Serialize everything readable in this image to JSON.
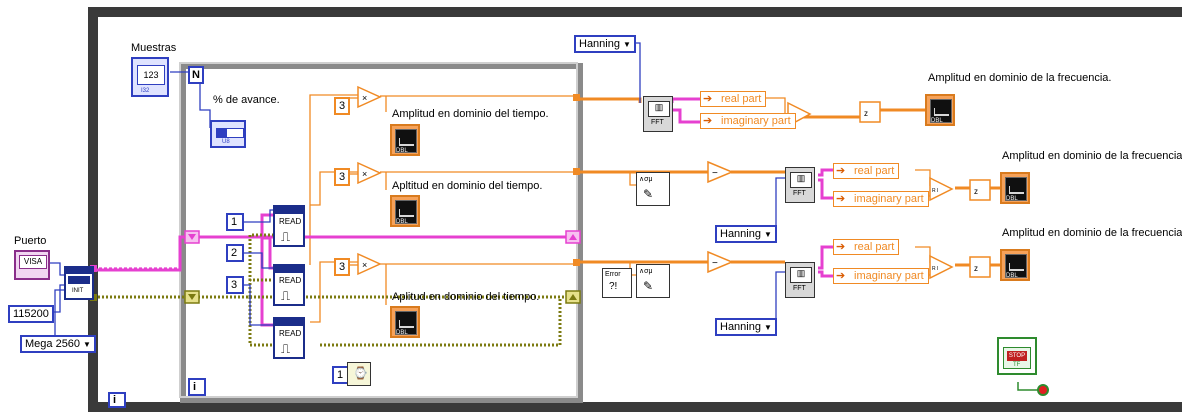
{
  "labels": {
    "muestras": "Muestras",
    "avance": "% de avance.",
    "puerto": "Puerto",
    "amp_tiempo_1": "Amplitud en dominio del tiempo.",
    "amp_tiempo_2": "Apltitud en dominio del tiempo.",
    "amp_tiempo_3": "Aplitud en dominio del tiempo.",
    "amp_freq_1": "Amplitud en dominio de la frecuencia.",
    "amp_freq_2": "Amplitud en dominio de la frecuencia",
    "amp_freq_3": "Amplitud en dominio de la frecuencia"
  },
  "controls": {
    "window_1": "Hanning",
    "window_2": "Hanning",
    "window_3": "Hanning",
    "baud_rate": "115200",
    "board": "Mega 2560",
    "visa": "VISA",
    "muestras_value": "123",
    "n_terminal": "N",
    "i_terminal_inner": "i",
    "i_terminal_outer": "i",
    "wait_value": "1"
  },
  "constants": {
    "index_1": "1",
    "index_2": "2",
    "index_3": "3",
    "scale_1": "3",
    "scale_2": "3",
    "scale_3": "3"
  },
  "unbundle": {
    "real_part": "real part",
    "imaginary_part": "imaginary part"
  },
  "nodes": {
    "fft": "FFT",
    "read": "READ",
    "init": "INIT",
    "stop": "STOP",
    "error": "Error",
    "tf": "TF",
    "dbl": "DBL"
  },
  "colors": {
    "loop_border": "#3a3a3a",
    "wire_orange": "#f08a24",
    "wire_pink": "#e640d0",
    "wire_olive": "#7b7a10",
    "wire_blue": "#2f3fc0",
    "wire_green": "#2e8b2e"
  },
  "icons": [
    "graph-indicator-icon",
    "visa-read-icon",
    "fft-icon",
    "multiply-icon",
    "subtract-icon",
    "complex-magnitude-icon",
    "stop-button-icon",
    "wait-ms-icon"
  ]
}
